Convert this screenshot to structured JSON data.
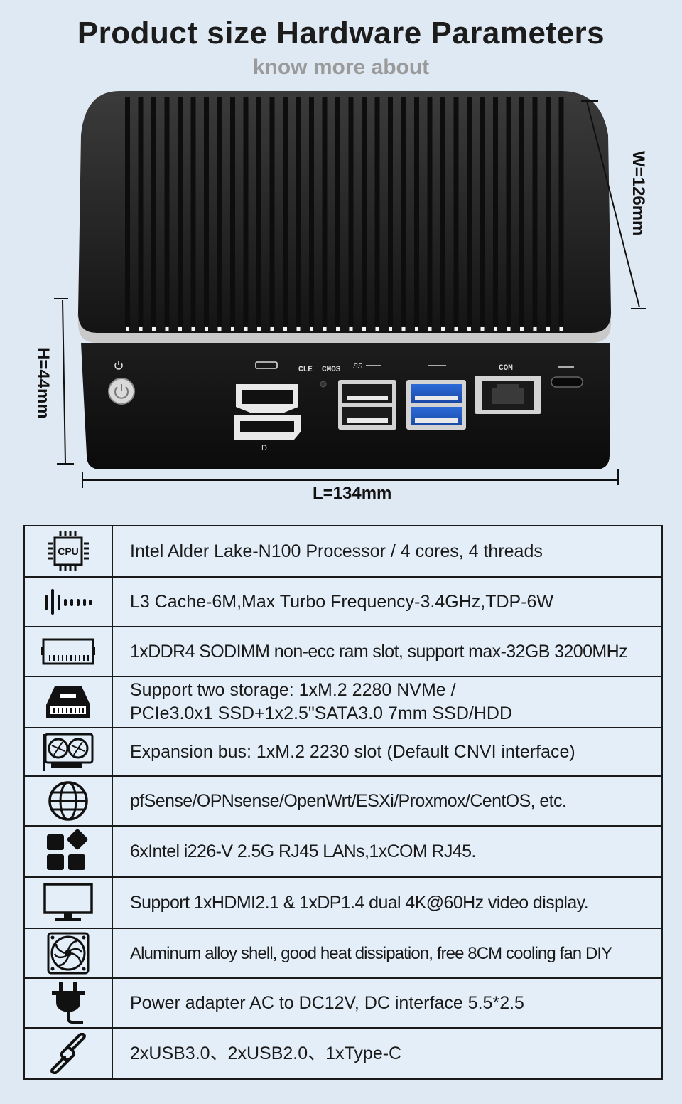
{
  "header": {
    "title": "Product size Hardware Parameters",
    "subtitle": "know more about"
  },
  "product": {
    "dimensions": {
      "width": "W=126mm",
      "height": "H=44mm",
      "length": "L=134mm"
    },
    "port_labels": {
      "cle": "CLE",
      "cmos": "CMOS",
      "ss": "SS",
      "com": "COM",
      "dp": "D"
    }
  },
  "specs": [
    {
      "icon": "cpu-icon",
      "icon_text": "CPU",
      "text": "Intel Alder Lake-N100 Processor / 4 cores, 4 threads"
    },
    {
      "icon": "frequency-icon",
      "text": "L3 Cache-6M,Max Turbo Frequency-3.4GHz,TDP-6W"
    },
    {
      "icon": "ram-icon",
      "text": "1xDDR4 SODIMM non-ecc ram slot, support max-32GB 3200MHz"
    },
    {
      "icon": "storage-icon",
      "text_line1": "Support two storage: 1xM.2 2280 NVMe /",
      "text_line2": "PCIe3.0x1 SSD+1x2.5\"SATA3.0 7mm SSD/HDD"
    },
    {
      "icon": "expansion-card-icon",
      "text": "Expansion bus: 1xM.2 2230 slot (Default CNVI interface)"
    },
    {
      "icon": "globe-icon",
      "text": "pfSense/OPNsense/OpenWrt/ESXi/Proxmox/CentOS, etc."
    },
    {
      "icon": "apps-icon",
      "text": "6xIntel i226-V 2.5G RJ45 LANs,1xCOM RJ45."
    },
    {
      "icon": "monitor-icon",
      "text": "Support 1xHDMI2.1 & 1xDP1.4 dual 4K@60Hz video display."
    },
    {
      "icon": "fan-icon",
      "text": "Aluminum alloy shell, good heat dissipation, free 8CM cooling fan DIY"
    },
    {
      "icon": "power-plug-icon",
      "text": "Power adapter AC to DC12V, DC interface 5.5*2.5"
    },
    {
      "icon": "link-icon",
      "text": "2xUSB3.0、2xUSB2.0、1xType-C"
    }
  ]
}
